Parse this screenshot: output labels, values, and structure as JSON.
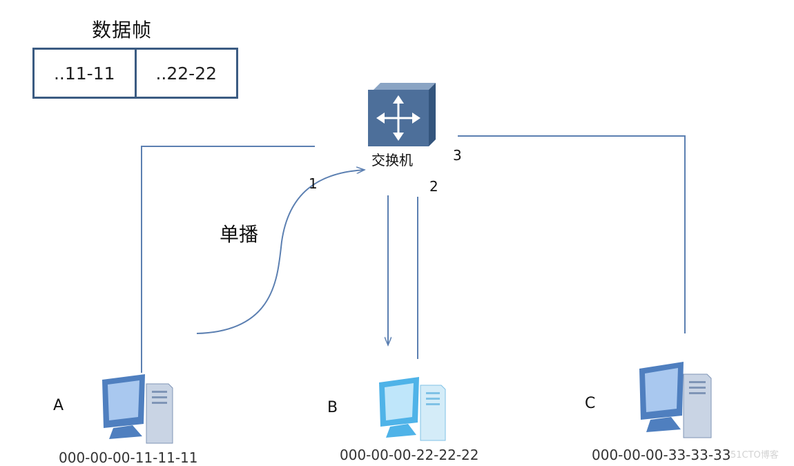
{
  "frame": {
    "title": "数据帧",
    "cells": [
      "..11-11",
      "..22-22"
    ]
  },
  "switch": {
    "label": "交换机",
    "ports": {
      "p1": "1",
      "p2": "2",
      "p3": "3"
    }
  },
  "arrow_label": "单播",
  "hosts": [
    {
      "letter": "A",
      "mac": "000-00-00-11-11-11"
    },
    {
      "letter": "B",
      "mac": "000-00-00-22-22-22"
    },
    {
      "letter": "C",
      "mac": "000-00-00-33-33-33"
    }
  ],
  "watermark": "51CTO博客",
  "colors": {
    "line": "#5b7fb1",
    "frame_border": "#3b5b82",
    "switch_body": "#4d6f9a",
    "host_blue": "#4f7fbf",
    "host_b_cyan": "#4fb3e8"
  }
}
